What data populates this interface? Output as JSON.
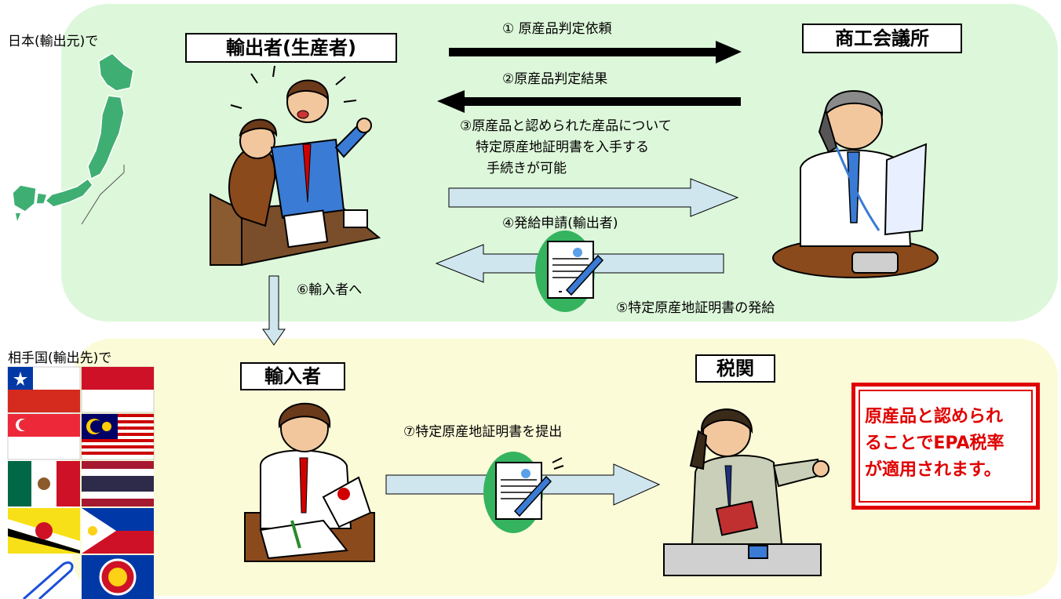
{
  "regions": {
    "japan_label": "日本(輸出元)で",
    "partner_label": "相手国(輸出先)で"
  },
  "parties": {
    "exporter": "輸出者(生産者)",
    "chamber": "商工会議所",
    "importer": "輸入者",
    "customs": "税関"
  },
  "steps": {
    "s1": "① 原産品判定依頼",
    "s2": "②原産品判定結果",
    "s3_line1": "③原産品と認められた産品について",
    "s3_line2": "特定原産地証明書を入手する",
    "s3_line3": "手続きが可能",
    "s4": "④発給申請(輸出者)",
    "s5": "⑤特定原産地証明書の発給",
    "s6": "⑥輸入者へ",
    "s7": "⑦特定原産地証明書を提出"
  },
  "notice": {
    "line1": "原産品と認められ",
    "line2": "ることでEPA税率",
    "line3": "が適用されます。"
  },
  "colors": {
    "top_panel": "#ddf7da",
    "bottom_panel": "#fbfbd8",
    "arrow_dark": "#000000",
    "arrow_light": "#cfe6ef",
    "notice_red": "#e00000"
  },
  "icons": [
    "japan-map-icon",
    "exporter-people-icon",
    "chamber-clerk-phone-icon",
    "importer-writing-icon",
    "customs-officer-icon",
    "certificate-document-icon",
    "flag-chile-icon",
    "flag-indonesia-icon",
    "flag-singapore-icon",
    "flag-malaysia-icon",
    "flag-mexico-icon",
    "flag-thailand-icon",
    "flag-brunei-icon",
    "flag-philippines-icon",
    "flag-asean-icon",
    "paperclip-icon"
  ]
}
